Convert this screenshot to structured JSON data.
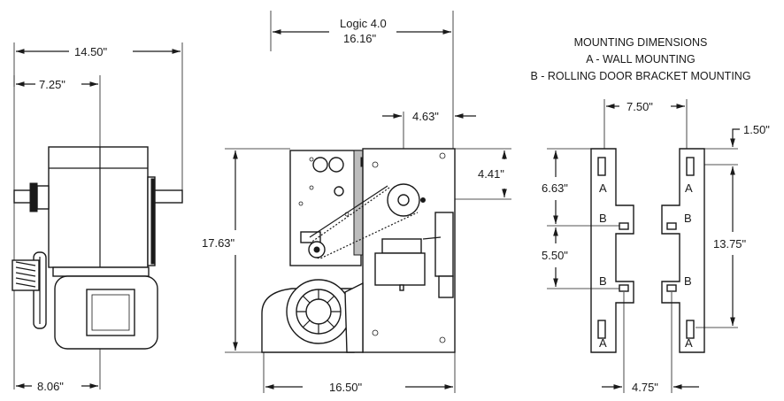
{
  "side_view": {
    "width_label": "14.50\"",
    "half_width_label": "7.25\"",
    "bottom_label": "8.06\""
  },
  "front_view": {
    "model_label": "Logic 4.0",
    "top_width_label": "16.16\"",
    "sprocket_offset_label": "4.63\"",
    "sprocket_height_label": "4.41\"",
    "height_label": "17.63\"",
    "bottom_width_label": "16.50\""
  },
  "mounting": {
    "title": "MOUNTING DIMENSIONS",
    "legend_a": "A - WALL MOUNTING",
    "legend_b": "B - ROLLING DOOR BRACKET MOUNTING",
    "rail_spacing_label": "7.50\"",
    "top_offset_label": "1.50\"",
    "upper_spacing_label": "6.63\"",
    "middle_spacing_label": "5.50\"",
    "long_spacing_label": "13.75\"",
    "bottom_offset_label": "4.75\"",
    "hole_a_label": "A",
    "hole_b_label": "B"
  }
}
